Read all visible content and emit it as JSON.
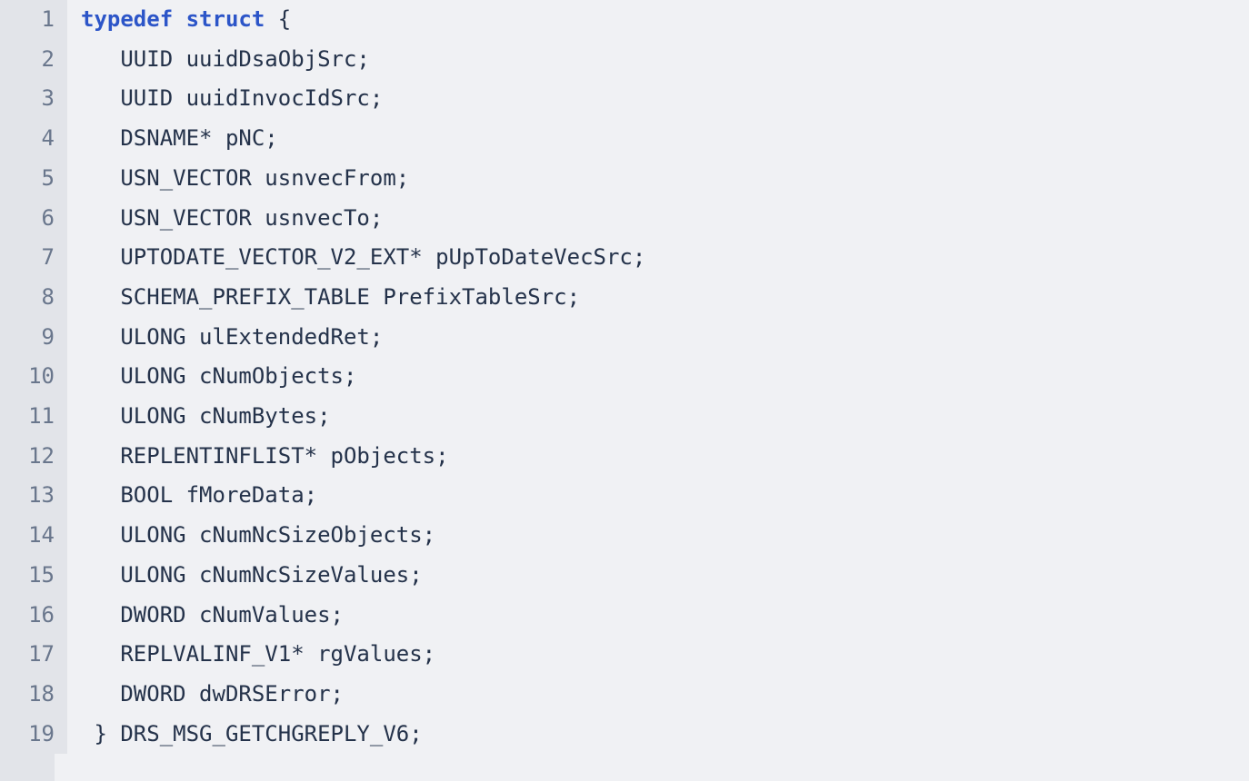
{
  "code_block": {
    "language": "c",
    "background_color": "#f0f1f4",
    "gutter_color": "#e2e4e9",
    "text_color": "#24324a",
    "line_number_color": "#69768c",
    "keyword_color": "#2c55c8",
    "lines": [
      {
        "number": "1",
        "keyword": "typedef struct",
        "rest": " {"
      },
      {
        "number": "2",
        "keyword": "",
        "rest": "   UUID uuidDsaObjSrc;"
      },
      {
        "number": "3",
        "keyword": "",
        "rest": "   UUID uuidInvocIdSrc;"
      },
      {
        "number": "4",
        "keyword": "",
        "rest": "   DSNAME* pNC;"
      },
      {
        "number": "5",
        "keyword": "",
        "rest": "   USN_VECTOR usnvecFrom;"
      },
      {
        "number": "6",
        "keyword": "",
        "rest": "   USN_VECTOR usnvecTo;"
      },
      {
        "number": "7",
        "keyword": "",
        "rest": "   UPTODATE_VECTOR_V2_EXT* pUpToDateVecSrc;"
      },
      {
        "number": "8",
        "keyword": "",
        "rest": "   SCHEMA_PREFIX_TABLE PrefixTableSrc;"
      },
      {
        "number": "9",
        "keyword": "",
        "rest": "   ULONG ulExtendedRet;"
      },
      {
        "number": "10",
        "keyword": "",
        "rest": "   ULONG cNumObjects;"
      },
      {
        "number": "11",
        "keyword": "",
        "rest": "   ULONG cNumBytes;"
      },
      {
        "number": "12",
        "keyword": "",
        "rest": "   REPLENTINFLIST* pObjects;"
      },
      {
        "number": "13",
        "keyword": "",
        "rest": "   BOOL fMoreData;"
      },
      {
        "number": "14",
        "keyword": "",
        "rest": "   ULONG cNumNcSizeObjects;"
      },
      {
        "number": "15",
        "keyword": "",
        "rest": "   ULONG cNumNcSizeValues;"
      },
      {
        "number": "16",
        "keyword": "",
        "rest": "   DWORD cNumValues;"
      },
      {
        "number": "17",
        "keyword": "",
        "rest": "   REPLVALINF_V1* rgValues;"
      },
      {
        "number": "18",
        "keyword": "",
        "rest": "   DWORD dwDRSError;"
      },
      {
        "number": "19",
        "keyword": "",
        "rest": " } DRS_MSG_GETCHGREPLY_V6;"
      }
    ]
  }
}
